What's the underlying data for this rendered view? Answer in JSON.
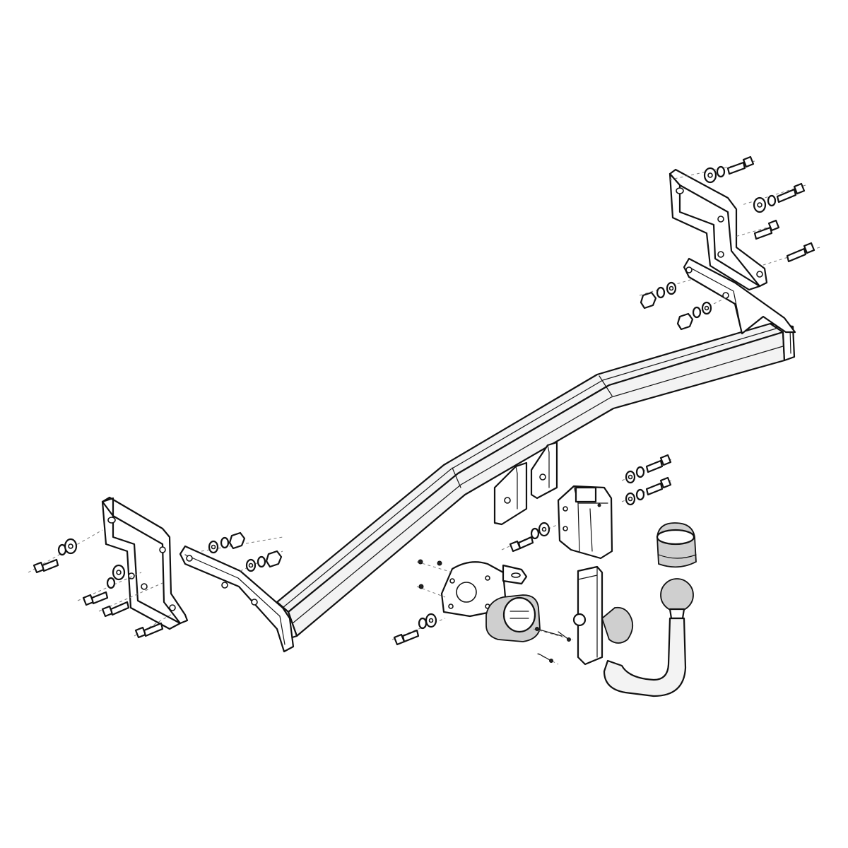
{
  "colors": {
    "line": "#111111",
    "fill": "#f3f3f3",
    "background": "#ffffff"
  },
  "components": [
    "crossbar",
    "left-side-bracket",
    "left-outer-plate",
    "right-side-bracket",
    "right-outer-plate",
    "tow-ball-arm",
    "ball-cover-cap",
    "socket-holder-plate",
    "electrical-socket",
    "hitch-receiver-bracket",
    "fastener-sets"
  ]
}
